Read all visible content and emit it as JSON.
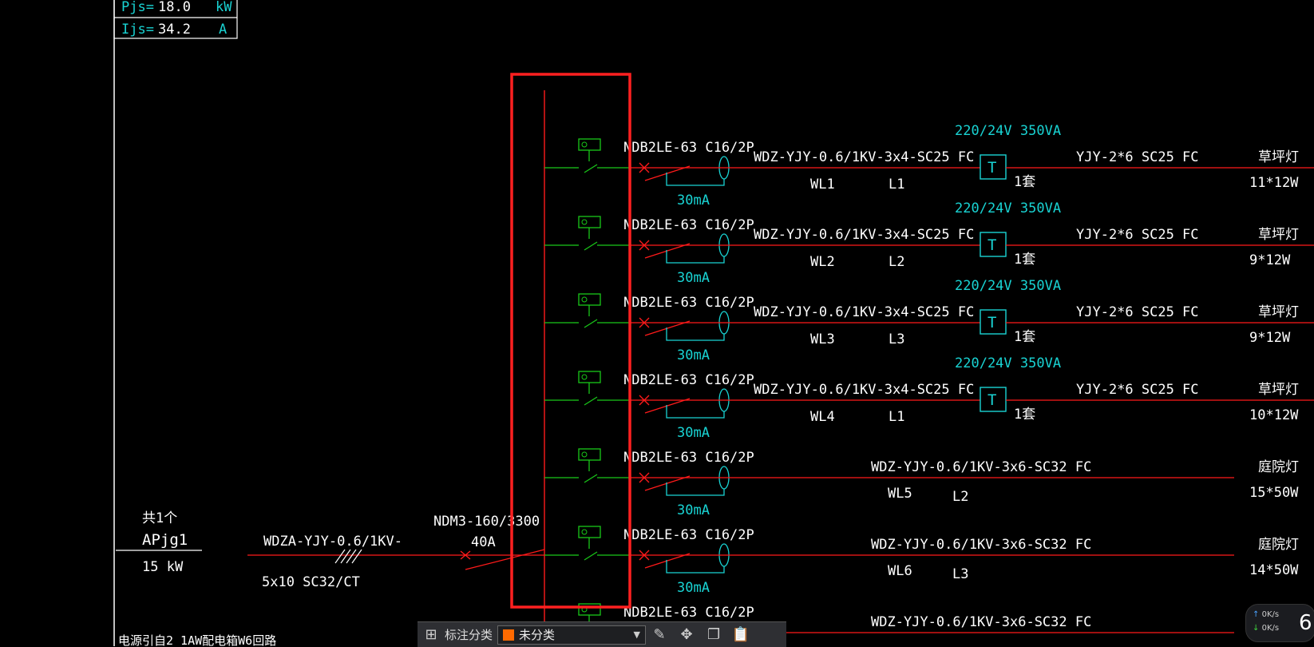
{
  "top_box": {
    "pjs_label": "Pjs=",
    "pjs_value": "18.0",
    "pjs_unit": "kW",
    "ijs_label": "Ijs=",
    "ijs_value": "34.2",
    "ijs_unit": "A"
  },
  "panel": {
    "count": "共1个",
    "name": "APjg1",
    "power": "15 kW"
  },
  "incoming": {
    "cable": "WDZA-YJY-0.6/1KV-",
    "spec": "5x10  SC32/CT",
    "breaker": "NDM3-160/3300",
    "current": "40A"
  },
  "bottom_note": "电源引自2 1AW配电箱W6回路",
  "circuits": [
    {
      "breaker": "NDB2LE-63 C16/2P",
      "rcd": "30mA",
      "cable": "WDZ-YJY-0.6/1KV-3x4-SC25 FC",
      "circuit_id": "WL1",
      "phase": "L1",
      "transformer": "220/24V 350VA",
      "unit": "1套",
      "secondary": "YJY-2*6 SC25 FC",
      "load_name": "草坪灯",
      "load_qty": "11*12W"
    },
    {
      "breaker": "NDB2LE-63 C16/2P",
      "rcd": "30mA",
      "cable": "WDZ-YJY-0.6/1KV-3x4-SC25 FC",
      "circuit_id": "WL2",
      "phase": "L2",
      "transformer": "220/24V 350VA",
      "unit": "1套",
      "secondary": "YJY-2*6 SC25 FC",
      "load_name": "草坪灯",
      "load_qty": "9*12W"
    },
    {
      "breaker": "NDB2LE-63 C16/2P",
      "rcd": "30mA",
      "cable": "WDZ-YJY-0.6/1KV-3x4-SC25 FC",
      "circuit_id": "WL3",
      "phase": "L3",
      "transformer": "220/24V 350VA",
      "unit": "1套",
      "secondary": "YJY-2*6 SC25 FC",
      "load_name": "草坪灯",
      "load_qty": "9*12W"
    },
    {
      "breaker": "NDB2LE-63 C16/2P",
      "rcd": "30mA",
      "cable": "WDZ-YJY-0.6/1KV-3x4-SC25 FC",
      "circuit_id": "WL4",
      "phase": "L1",
      "transformer": "220/24V 350VA",
      "unit": "1套",
      "secondary": "YJY-2*6 SC25 FC",
      "load_name": "草坪灯",
      "load_qty": "10*12W"
    },
    {
      "breaker": "NDB2LE-63 C16/2P",
      "rcd": "30mA",
      "cable": "WDZ-YJY-0.6/1KV-3x6-SC32 FC",
      "circuit_id": "WL5",
      "phase": "L2",
      "load_name": "庭院灯",
      "load_qty": "15*50W"
    },
    {
      "breaker": "NDB2LE-63 C16/2P",
      "rcd": "30mA",
      "cable": "WDZ-YJY-0.6/1KV-3x6-SC32 FC",
      "circuit_id": "WL6",
      "phase": "L3",
      "load_name": "庭院灯",
      "load_qty": "14*50W"
    },
    {
      "breaker": "NDB2LE-63 C16/2P",
      "cable": "WDZ-YJY-0.6/1KV-3x6-SC32 FC"
    }
  ],
  "toolbar": {
    "grid_icon": "grid-icon",
    "label": "标注分类",
    "select_value": "未分类",
    "swatch_color": "#ff6a00",
    "icons": [
      "edit-icon",
      "move-icon",
      "copy-icon",
      "paste-icon"
    ]
  },
  "network_widget": {
    "up": "0K/s",
    "down": "0K/s",
    "badge": "6"
  },
  "colors": {
    "line": "#ff1a1a",
    "text": "#ffffff",
    "cyan": "#19d3d3",
    "green": "#19c819",
    "highlight": "#ff2020"
  }
}
